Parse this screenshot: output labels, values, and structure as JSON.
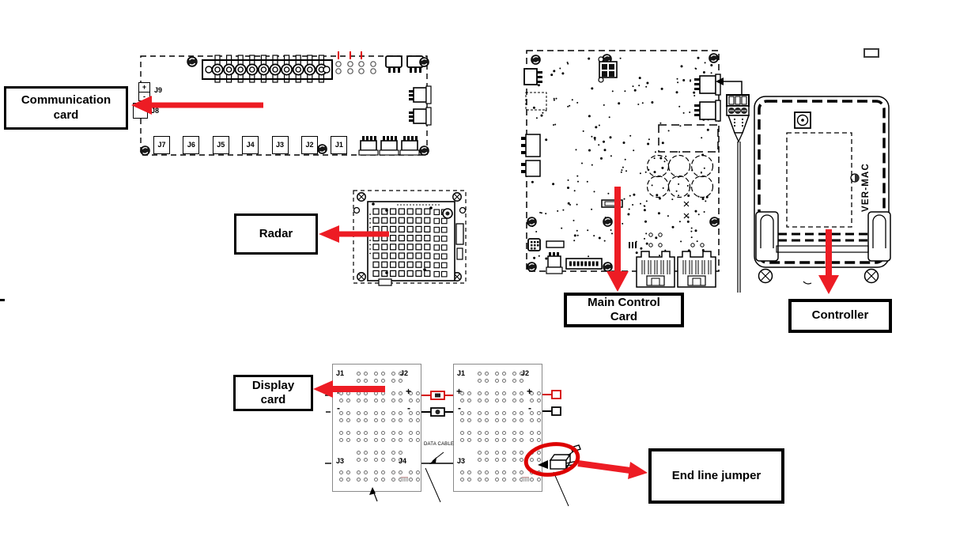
{
  "callouts": {
    "communication_card": "Communication card",
    "radar": "Radar",
    "main_control_card": "Main Control Card",
    "controller": "Controller",
    "display_card": "Display card",
    "end_line_jumper": "End line jumper"
  },
  "communication_card": {
    "left_connectors": [
      {
        "label": "J9"
      },
      {
        "label": "J8"
      }
    ],
    "polarity": {
      "plus": "+",
      "minus": "-"
    },
    "bottom_connectors": [
      "J7",
      "J6",
      "J5",
      "J4",
      "J3",
      "J2",
      "J1"
    ]
  },
  "controller": {
    "brand": "VER-MAC"
  },
  "display_cards": {
    "data_cable_label": "DATA CABLE",
    "left_board": {
      "top_left": "J1",
      "top_right": "J2",
      "bottom_left": "J3",
      "bottom_right": "J4",
      "plus": "+",
      "minus": "-"
    },
    "right_board": {
      "top_left": "J1",
      "top_right": "J2",
      "bottom_left": "J3",
      "bottom_right": "",
      "plus": "+",
      "minus": "-"
    }
  },
  "colors": {
    "arrow_red": "#ed1c24",
    "wire_red": "#d40000",
    "highlight_red": "#dd0000"
  }
}
